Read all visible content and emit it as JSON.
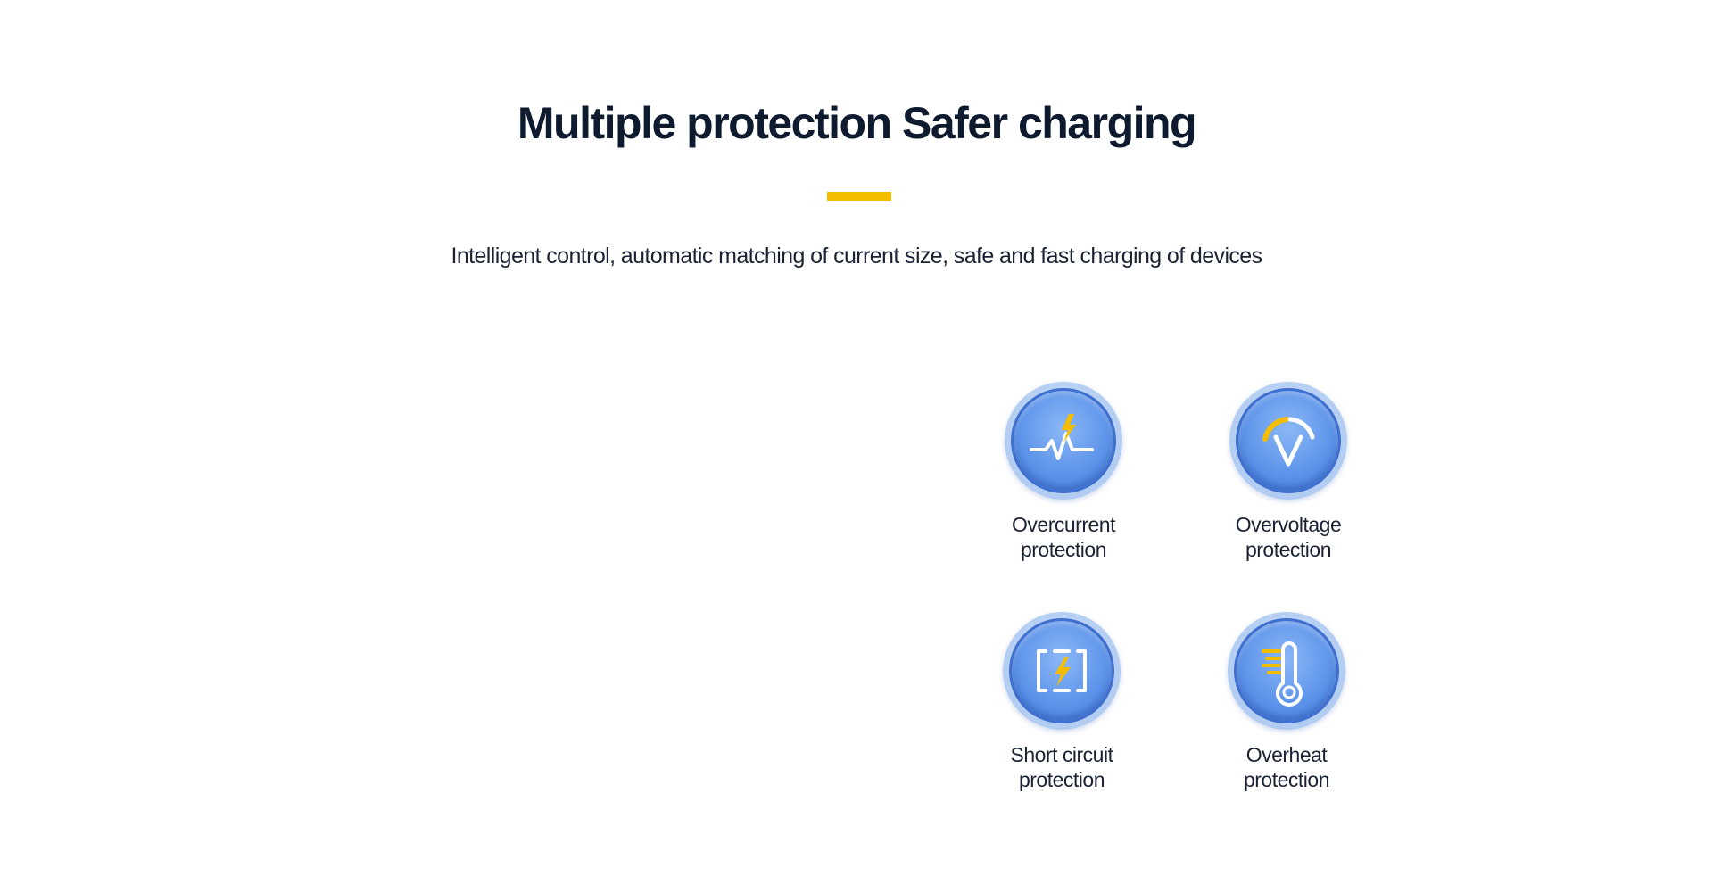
{
  "section": {
    "title": "Multiple protection Safer charging",
    "subtitle": "Intelligent control, automatic matching of current size, safe and fast charging of devices",
    "accent_color": "#f5bd00"
  },
  "features": [
    {
      "label_line1": "Overcurrent",
      "label_line2": "protection",
      "icon": "overcurrent-icon"
    },
    {
      "label_line1": "Overvoltage",
      "label_line2": "protection",
      "icon": "overvoltage-icon"
    },
    {
      "label_line1": "Short circuit",
      "label_line2": "protection",
      "icon": "short-circuit-icon"
    },
    {
      "label_line1": "Overheat",
      "label_line2": "protection",
      "icon": "thermometer-icon"
    }
  ]
}
